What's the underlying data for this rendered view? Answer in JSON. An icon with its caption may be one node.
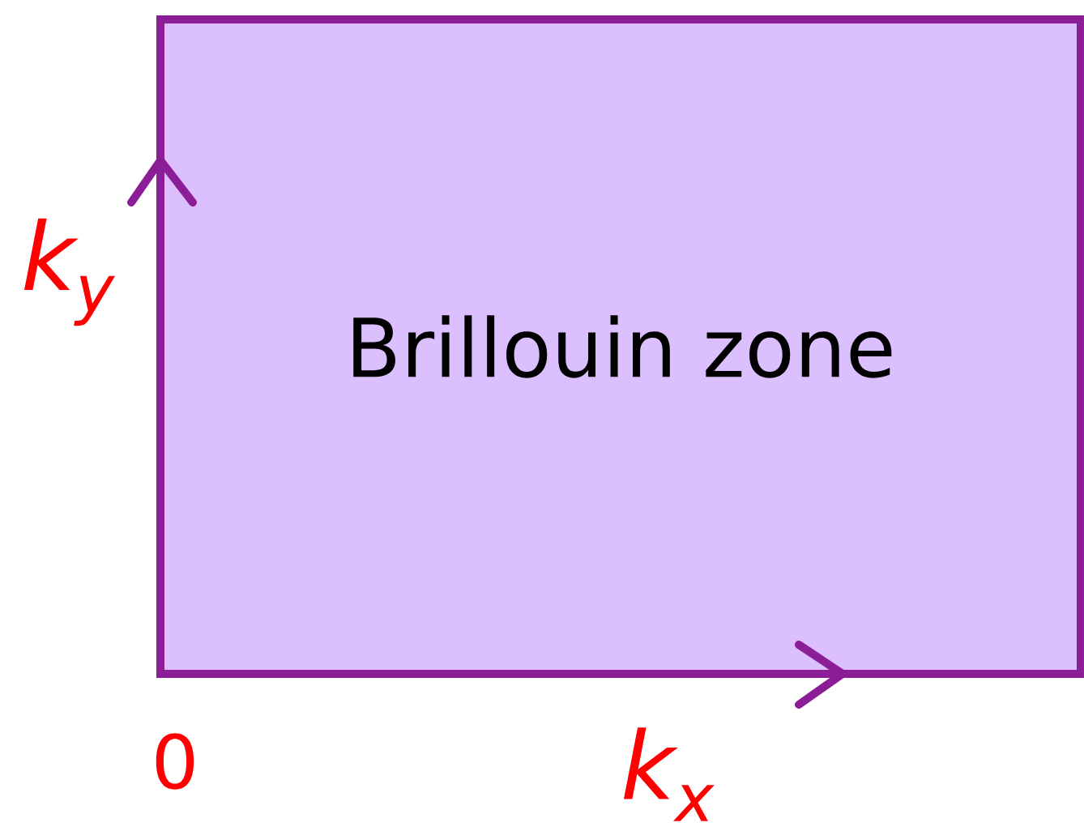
{
  "diagram": {
    "nodes": [
      {
        "text": [
          "Brillouin zone"
        ]
      }
    ],
    "labels": [
      "k$_{y}$",
      "0",
      "k$_{x}$"
    ]
  }
}
